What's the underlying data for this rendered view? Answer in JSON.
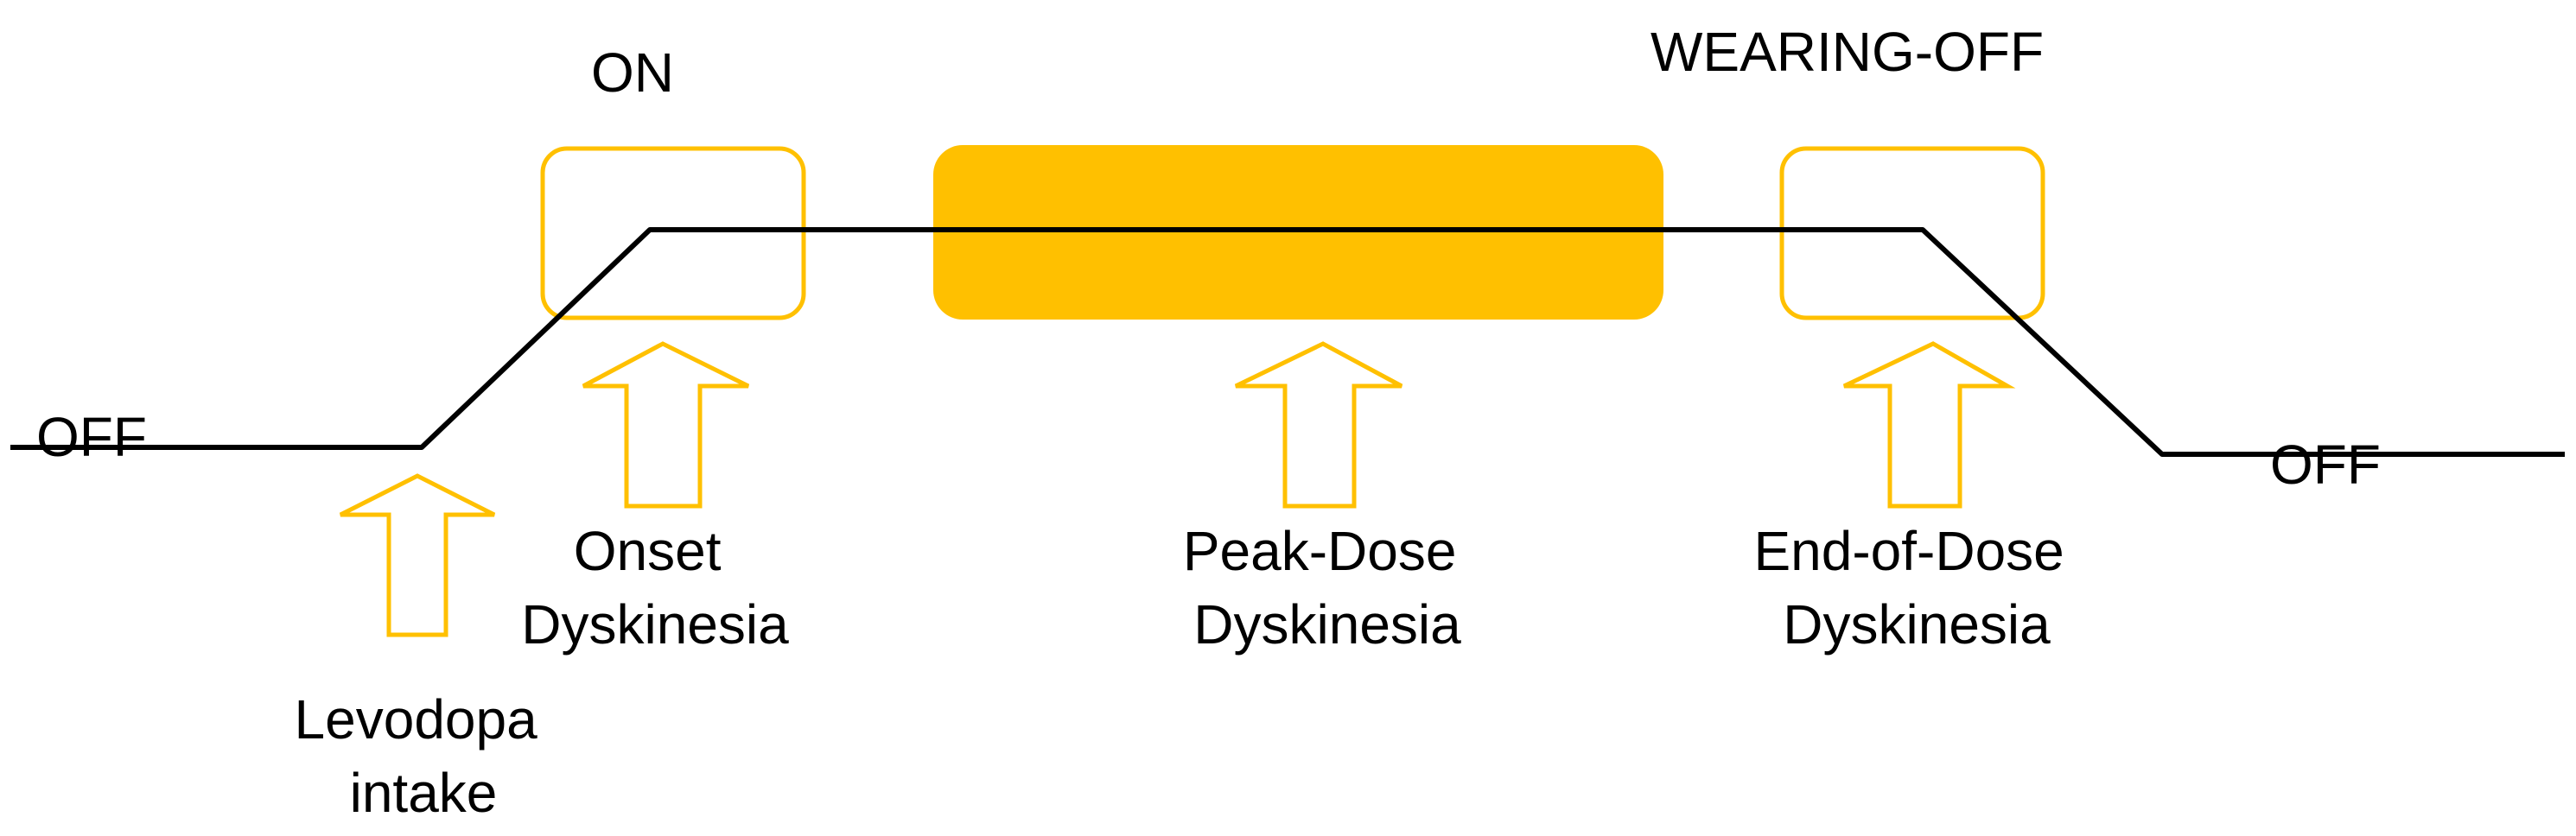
{
  "colors": {
    "line": "#000000",
    "accent": "#FFC000",
    "background": "#FFFFFF"
  },
  "labels": {
    "off_left": "OFF",
    "on": "ON",
    "wearing_off": "WEARING-OFF",
    "off_right": "OFF",
    "levodopa": [
      "Levodopa",
      "intake"
    ],
    "onset": [
      "Onset",
      "Dyskinesia"
    ],
    "peak": [
      "Peak-Dose",
      "Dyskinesia"
    ],
    "end": [
      "End-of-Dose",
      "Dyskinesia"
    ]
  }
}
